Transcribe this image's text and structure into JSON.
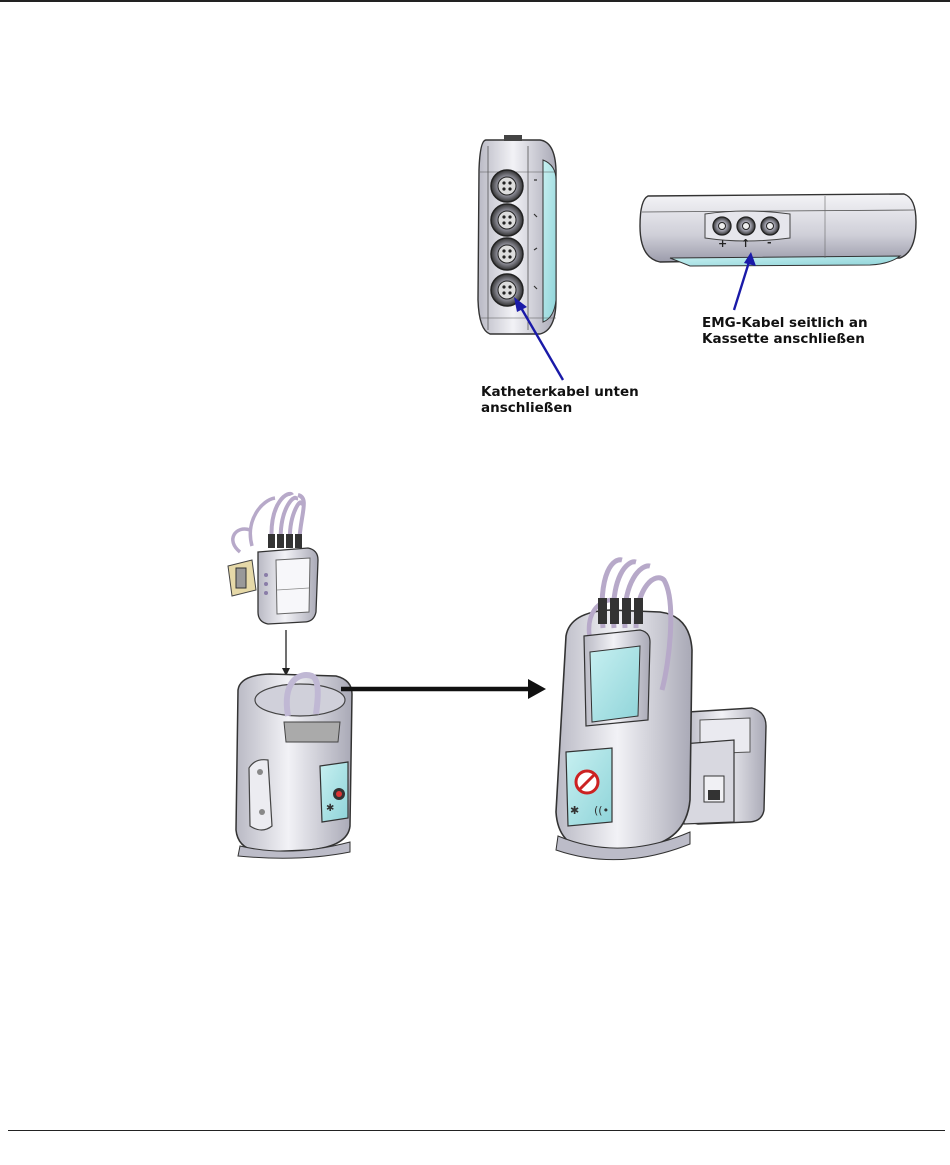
{
  "callouts": {
    "catheter": {
      "line1": "Katheterkabel unten",
      "line2": "anschließen"
    },
    "emg": {
      "line1": "EMG-Kabel seitlich an",
      "line2": "Kassette anschließen"
    }
  },
  "port_symbols": {
    "plus": "+",
    "ground": "↑",
    "minus": "-"
  },
  "colors": {
    "arrow_blue": "#1a1aa8",
    "device_body": "#d9d9e0",
    "panel_cyan": "#a9e3e6",
    "outline": "#333333",
    "cable_purple": "#b7a9c9"
  }
}
